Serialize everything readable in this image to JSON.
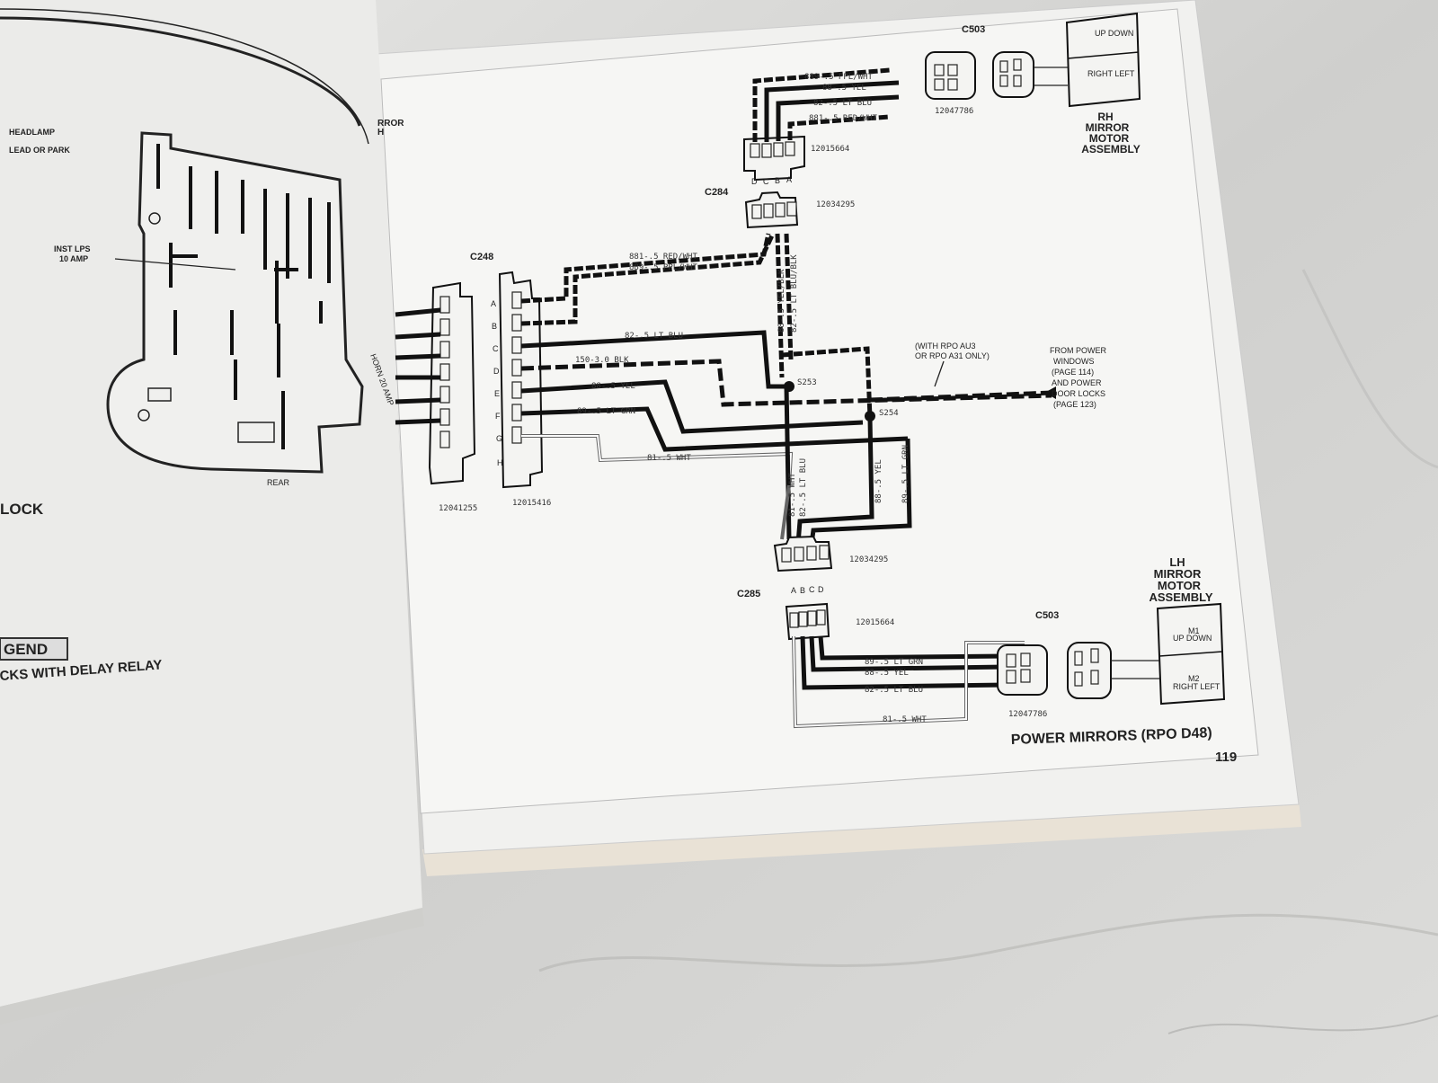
{
  "right_page": {
    "title": "POWER MIRRORS (RPO D48)",
    "page_number": "119",
    "connectors": {
      "c503_top": "C503",
      "c284": "C284",
      "c248": "C248",
      "c285": "C285",
      "c503_bottom": "C503"
    },
    "part_numbers": {
      "rh_motor_conn": "12047786",
      "c284_upper": "12015664",
      "c284_lower": "12034295",
      "c248_left": "12041255",
      "c248_right": "12015416",
      "c285_upper": "12034295",
      "c285_lower": "12015664",
      "lh_motor_conn": "12047786"
    },
    "pin_letters_dcba": [
      "D",
      "C",
      "B",
      "A"
    ],
    "pin_letters_abcd": [
      "A",
      "B",
      "C",
      "D"
    ],
    "c248_cavities": [
      "A",
      "B",
      "C",
      "D",
      "E",
      "F",
      "G",
      "H"
    ],
    "splices": {
      "s253": "S253",
      "s254": "S254"
    },
    "wires_top": [
      "889-.5 PPL/WHT",
      "88-.5 YEL",
      "82-.5 LT BLU",
      "881-.5 RED/WHT"
    ],
    "wires_middle": [
      "881-.5 RED/WHT",
      "889-.5 PPL/WHT",
      "82-.5 LT BLU",
      "150-3.0 BLK",
      "88-.5 YEL",
      "89-.5 LT GRN",
      "81-.5 WHT"
    ],
    "wires_vertical": [
      "88-.5 YEL/BLK",
      "82-.5 LT BLU/BLK",
      "81-.5 WHT",
      "82-.5 LT BLU",
      "88-.5 YEL",
      "89-.5 LT GRN"
    ],
    "wires_bottom": [
      "89-.5 LT GRN",
      "88-.5 YEL",
      "82-.5 LT BLU",
      "81-.5 WHT"
    ],
    "rpo_note": [
      "(WITH RPO AU3",
      "OR RPO A31 ONLY)"
    ],
    "from_note": [
      "FROM POWER",
      "WINDOWS",
      "(PAGE 114)",
      "AND POWER",
      "DOOR LOCKS",
      "(PAGE 123)"
    ],
    "rh_assembly": [
      "RH",
      "MIRROR",
      "MOTOR",
      "ASSEMBLY"
    ],
    "lh_assembly": [
      "LH",
      "MIRROR",
      "MOTOR",
      "ASSEMBLY"
    ],
    "motor_labels": {
      "m1": "M1",
      "m2": "M2",
      "up_down": "UP  DOWN",
      "right_left": "RIGHT  LEFT"
    },
    "edge_label": [
      "RROR",
      "H"
    ]
  },
  "left_page": {
    "fuse_labels": [
      "INST LPS",
      "10 AMP"
    ],
    "horn_label": "HORN 20 AMP",
    "rear_label": "REAR",
    "heading_lock": "LOCK",
    "legend": "GEND",
    "legend_item": "CKS WITH DELAY RELAY",
    "headlamp_label": [
      "HEADLAMP",
      "LEAD OR PARK"
    ]
  }
}
